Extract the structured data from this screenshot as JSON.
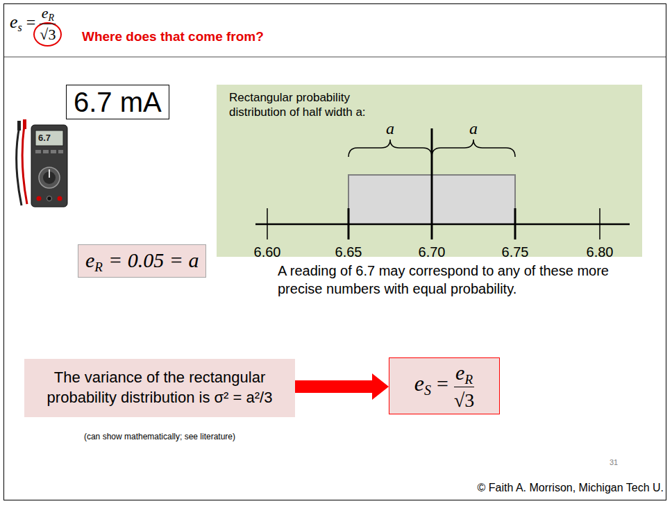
{
  "diagram": {
    "title": "Where does that come from?",
    "nodes": [
      {
        "text": [
          "6.7 mA"
        ]
      },
      {
        "text": [
          "eR",
          "= 0.05 = a"
        ]
      },
      {
        "text": [
          "Rectangular probability distribution of half width a:"
        ]
      },
      {
        "text": [
          "The variance of the rectangular probability distribution is σ² = a²/3"
        ]
      },
      {
        "text": [
          "eS",
          "=",
          "eR",
          "√3"
        ]
      }
    ],
    "edges": [
      {
        "from": 3,
        "to": 4,
        "arrow": "to"
      }
    ],
    "labels": [
      "es",
      "=",
      "eR",
      "√3",
      "6.7",
      "a",
      "a",
      "6.60",
      "6.65",
      "6.70",
      "6.75",
      "6.80",
      "A reading of 6.7 may correspond to any of these more precise numbers with equal probability.",
      "(can show mathematically; see literature)",
      "31",
      "© Faith A. Morrison, Michigan Tech U."
    ]
  }
}
